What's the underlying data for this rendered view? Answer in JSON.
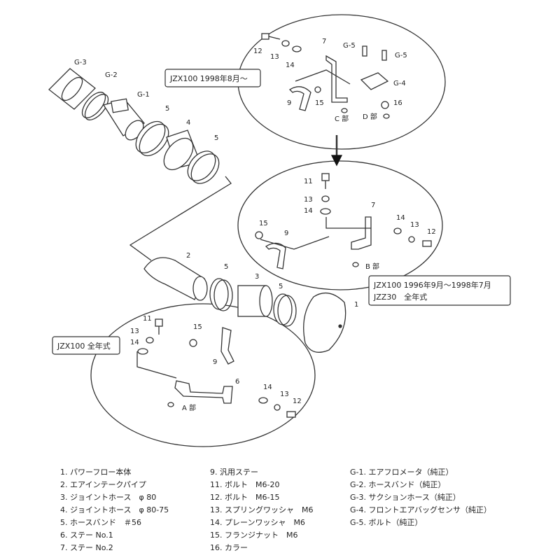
{
  "callouts": {
    "c": "JZX100 1998年8月～",
    "b1": "JZX100 1996年9月～1998年7月",
    "b2": "JZZ30　全年式",
    "a": "JZX100 全年式"
  },
  "labels": {
    "g3": "G-3",
    "g2": "G-2",
    "g1": "G-1",
    "g5": "G-5",
    "g4": "G-4",
    "n1": "1",
    "n2": "2",
    "n3": "3",
    "n4": "4",
    "n5": "5",
    "n6": "6",
    "n7": "7",
    "n9": "9",
    "n11": "11",
    "n12": "12",
    "n13": "13",
    "n14": "14",
    "n15": "15",
    "n16": "16",
    "part_c": "C 部",
    "part_d": "D 部",
    "part_b": "B 部",
    "part_a": "A 部"
  },
  "legend": {
    "col1": [
      "1. パワーフロー本体",
      "2. エアインテークパイプ",
      "3. ジョイントホース　φ 80",
      "4. ジョイントホース　φ 80-75",
      "5. ホースバンド　＃56",
      "6. ステー No.1",
      "7. ステー No.2"
    ],
    "col2": [
      "9. 汎用ステー",
      "11. ボルト　M6-20",
      "12. ボルト　M6-15",
      "13. スプリングワッシャ　M6",
      "14. プレーンワッシャ　M6",
      "15. フランジナット　M6",
      "16. カラー"
    ],
    "col3": [
      "G-1. エアフロメータ（純正）",
      "G-2. ホースバンド（純正）",
      "G-3. サクションホース（純正）",
      "G-4. フロントエアバッグセンサ（純正）",
      "G-5. ボルト（純正）"
    ]
  }
}
